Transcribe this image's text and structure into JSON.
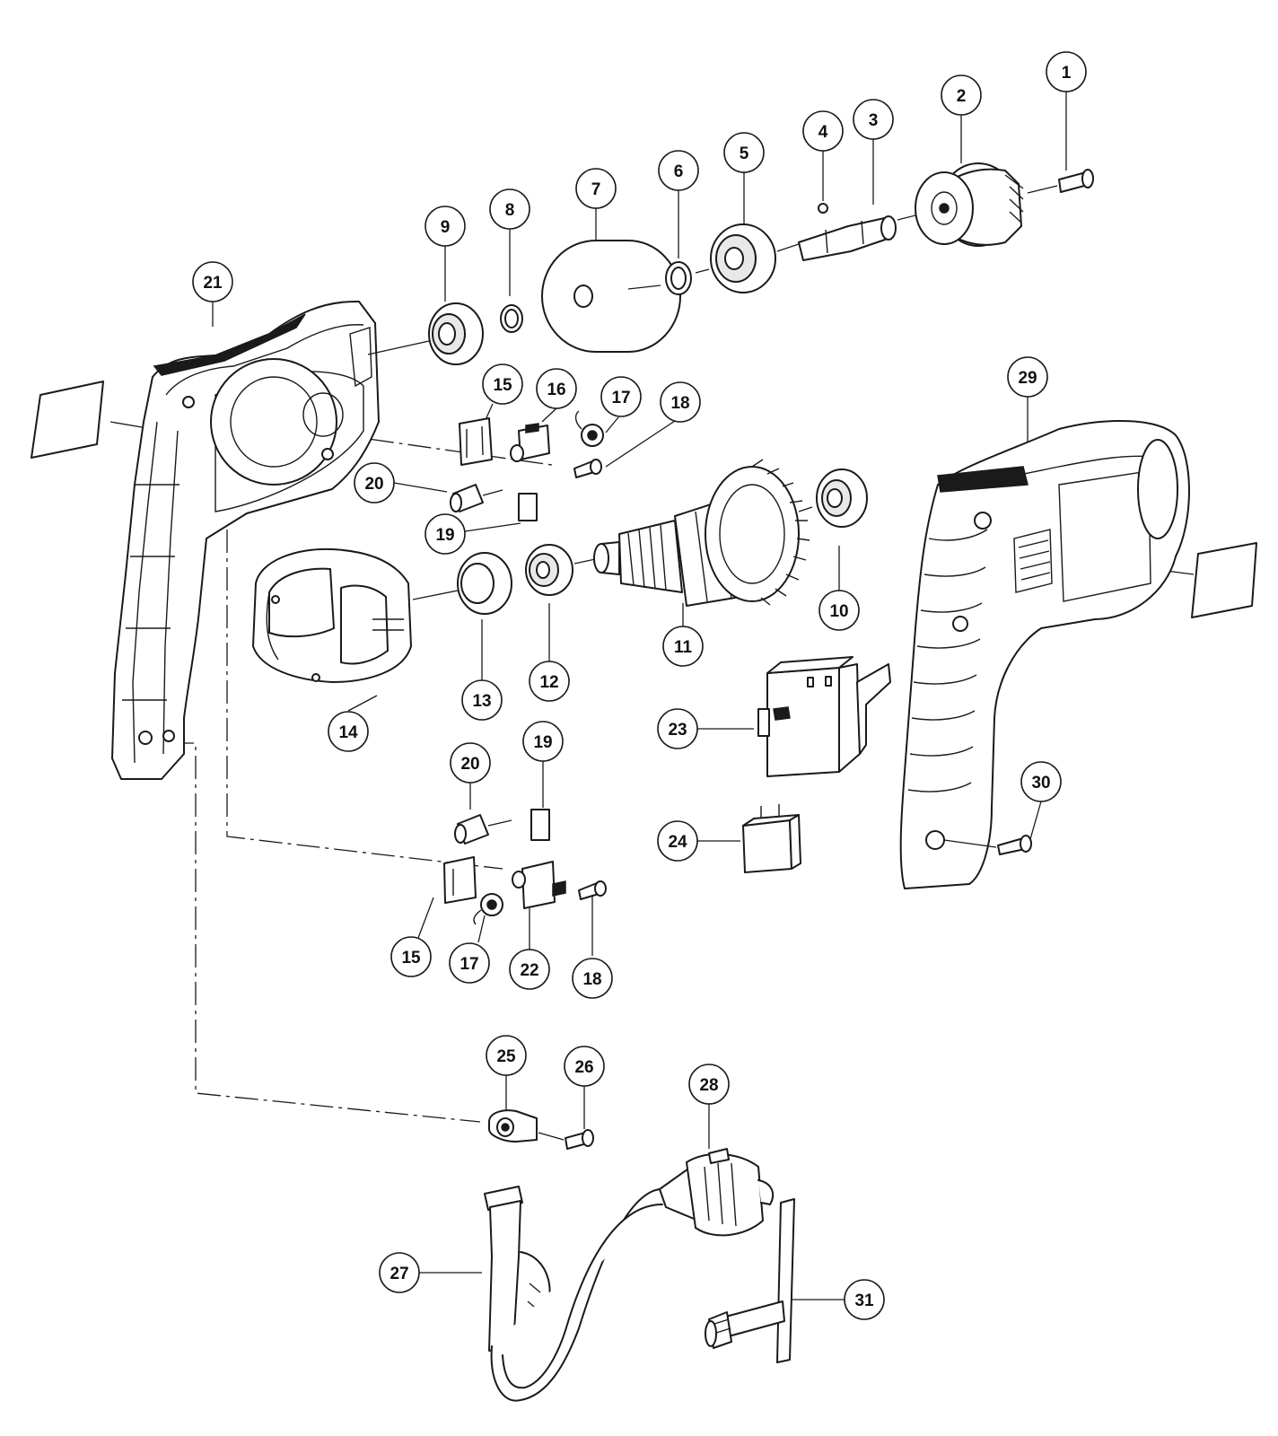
{
  "callouts": [
    {
      "id": "c1",
      "label": "1"
    },
    {
      "id": "c2",
      "label": "2"
    },
    {
      "id": "c3",
      "label": "3"
    },
    {
      "id": "c4",
      "label": "4"
    },
    {
      "id": "c5",
      "label": "5"
    },
    {
      "id": "c6",
      "label": "6"
    },
    {
      "id": "c7",
      "label": "7"
    },
    {
      "id": "c8",
      "label": "8"
    },
    {
      "id": "c9",
      "label": "9"
    },
    {
      "id": "c10",
      "label": "10"
    },
    {
      "id": "c11",
      "label": "11"
    },
    {
      "id": "c12",
      "label": "12"
    },
    {
      "id": "c13",
      "label": "13"
    },
    {
      "id": "c14",
      "label": "14"
    },
    {
      "id": "c15a",
      "label": "15"
    },
    {
      "id": "c15b",
      "label": "15"
    },
    {
      "id": "c16",
      "label": "16"
    },
    {
      "id": "c17a",
      "label": "17"
    },
    {
      "id": "c17b",
      "label": "17"
    },
    {
      "id": "c18a",
      "label": "18"
    },
    {
      "id": "c18b",
      "label": "18"
    },
    {
      "id": "c19a",
      "label": "19"
    },
    {
      "id": "c19b",
      "label": "19"
    },
    {
      "id": "c20a",
      "label": "20"
    },
    {
      "id": "c20b",
      "label": "20"
    },
    {
      "id": "c21",
      "label": "21"
    },
    {
      "id": "c22",
      "label": "22"
    },
    {
      "id": "c23",
      "label": "23"
    },
    {
      "id": "c24",
      "label": "24"
    },
    {
      "id": "c25",
      "label": "25"
    },
    {
      "id": "c26",
      "label": "26"
    },
    {
      "id": "c27",
      "label": "27"
    },
    {
      "id": "c28",
      "label": "28"
    },
    {
      "id": "c29",
      "label": "29"
    },
    {
      "id": "c30",
      "label": "30"
    },
    {
      "id": "c31",
      "label": "31"
    }
  ]
}
